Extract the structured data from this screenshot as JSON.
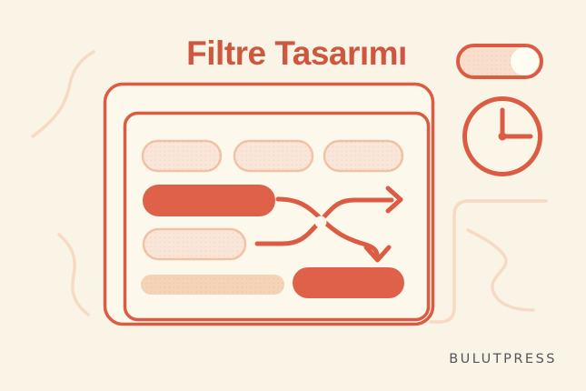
{
  "title": "Filtre Tasarımı",
  "brand": "BULUTPRESS",
  "illustration": {
    "subject": "filter-design-mockup",
    "toggle_state": "on",
    "clock_time": "12:15",
    "pill_rows": 4,
    "arrow_motion": "swap-crossing"
  },
  "icons": {
    "toggle": "toggle-on-icon",
    "clock": "clock-icon",
    "arrow_right": "arrow-right-icon",
    "arrow_down": "arrow-down-icon"
  },
  "colors": {
    "background": "#FAF4E6",
    "card_fill": "#FDF8EC",
    "coral_stroke": "#DC5C43",
    "coral_fill": "#E0614A",
    "peach_fill": "#FAE6D8",
    "peach_border": "#F1C2A5",
    "tan_fill": "#F4D3B7",
    "toggle_fill": "#F9DECB",
    "knob_fill": "#FFFDF2",
    "decor_line": "#F7DAC4",
    "title_text": "#CE5740",
    "brand_text": "#53545A"
  }
}
